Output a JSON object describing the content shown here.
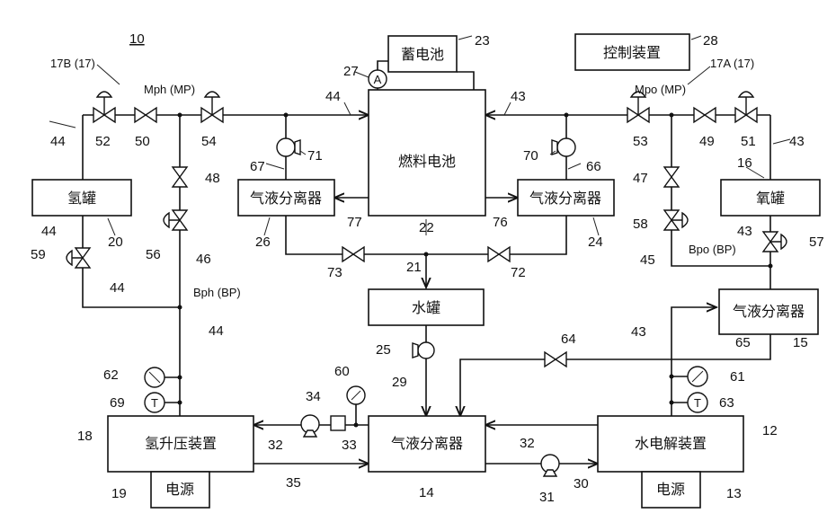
{
  "figure": {
    "system_ref": "10",
    "group_labels": {
      "hydrogen_group": "17B (17)",
      "oxygen_group": "17A (17)",
      "mph": "Mph (MP)",
      "mpo": "Mpo (MP)",
      "bph": "Bph (BP)",
      "bpo": "Bpo (BP)"
    },
    "components": {
      "battery": {
        "label": "蓄电池",
        "ref": "23"
      },
      "control": {
        "label": "控制装置",
        "ref": "28"
      },
      "fuel_cell": {
        "label": "燃料电池",
        "ref": "22"
      },
      "h2_tank": {
        "label": "氢罐",
        "ref": "20"
      },
      "o2_tank": {
        "label": "氧罐",
        "ref": "16"
      },
      "sep_left": {
        "label": "气液分离器",
        "ref": "26"
      },
      "sep_right": {
        "label": "气液分离器",
        "ref": "24"
      },
      "water_tank": {
        "label": "水罐",
        "ref": "21"
      },
      "sep_o2": {
        "label": "气液分离器",
        "ref": "15"
      },
      "booster": {
        "label": "氢升压装置",
        "ref": "18"
      },
      "sep_main": {
        "label": "气液分离器",
        "ref": "14"
      },
      "electrolyzer": {
        "label": "水电解装置",
        "ref": "12"
      },
      "psu_left": {
        "label": "电源",
        "ref": "19"
      },
      "psu_right": {
        "label": "电源",
        "ref": "13"
      },
      "ammeter": {
        "symbol": "A",
        "ref": "27"
      },
      "thermo_left": {
        "symbol": "T",
        "ref": "69"
      },
      "thermo_right": {
        "symbol": "T",
        "ref": "63"
      }
    },
    "refs": {
      "r44a": "44",
      "r52": "52",
      "r50": "50",
      "r54": "54",
      "r48": "48",
      "r44b": "44",
      "r59": "59",
      "r56": "56",
      "r46": "46",
      "r44c": "44",
      "r44d": "44",
      "r67": "67",
      "r71": "71",
      "r44e": "44",
      "r77": "77",
      "r73": "73",
      "r43a": "43",
      "r70": "70",
      "r66": "66",
      "r76": "76",
      "r72": "72",
      "r53": "53",
      "r49": "49",
      "r51": "51",
      "r43b": "43",
      "r47": "47",
      "r58": "58",
      "r43c": "43",
      "r57": "57",
      "r45": "45",
      "r43d": "43",
      "r65": "65",
      "r64": "64",
      "r25": "25",
      "r29": "29",
      "r62": "62",
      "r60": "60",
      "r34": "34",
      "r33": "33",
      "r32a": "32",
      "r35": "35",
      "r32b": "32",
      "r31": "31",
      "r30": "30",
      "r61": "61"
    }
  }
}
